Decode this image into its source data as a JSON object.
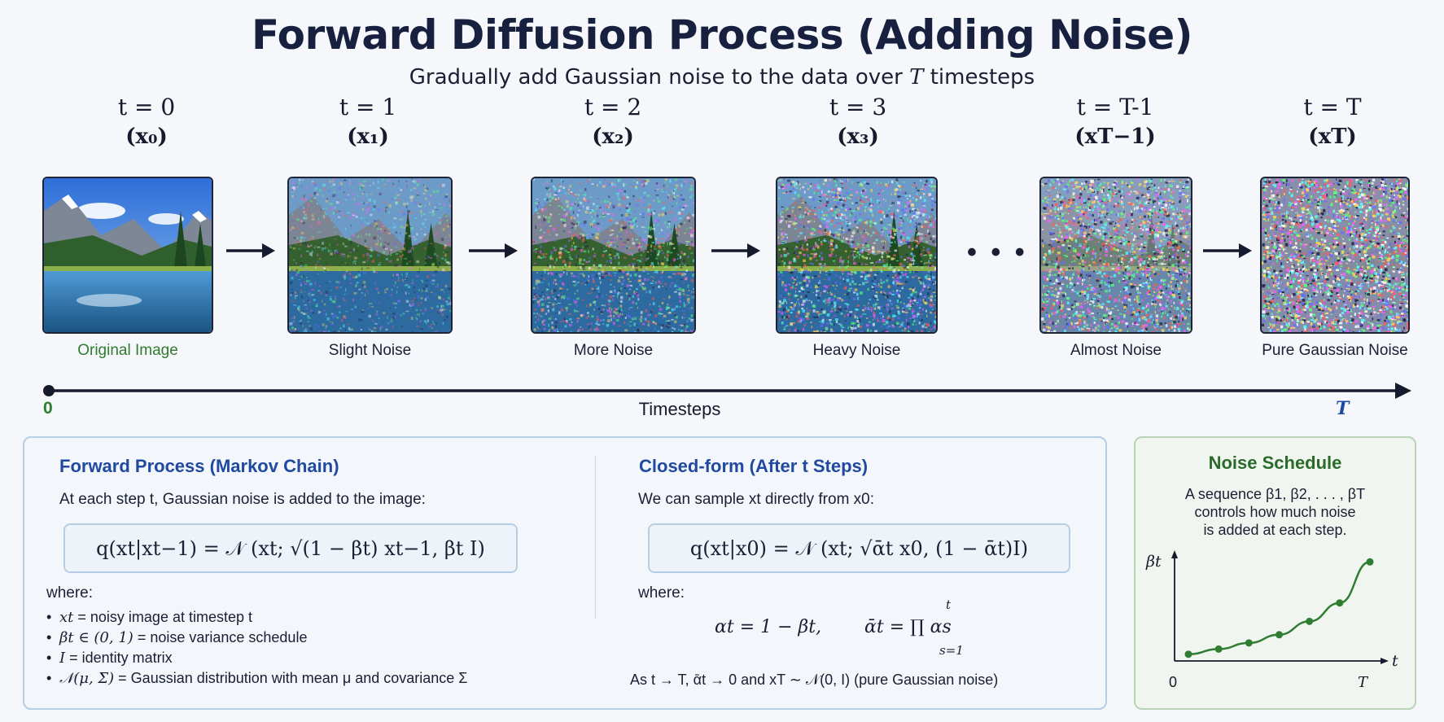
{
  "title": "Forward Diffusion Process (Adding Noise)",
  "subtitle": {
    "prefix": "Gradually add Gaussian noise to the data over ",
    "var": "T",
    "suffix": " timesteps"
  },
  "steps": [
    {
      "t": "t = 0",
      "x": "(x₀)",
      "caption": "Original Image",
      "noise": 0
    },
    {
      "t": "t = 1",
      "x": "(x₁)",
      "caption": "Slight Noise",
      "noise": 0.25
    },
    {
      "t": "t = 2",
      "x": "(x₂)",
      "caption": "More Noise",
      "noise": 0.45
    },
    {
      "t": "t = 3",
      "x": "(x₃)",
      "caption": "Heavy Noise",
      "noise": 0.62
    },
    {
      "t": "t = T-1",
      "x": "(xT−1)",
      "caption": "Almost Noise",
      "noise": 0.85
    },
    {
      "t": "t = T",
      "x": "(xT)",
      "caption": "Pure Gaussian Noise",
      "noise": 1
    }
  ],
  "ellipsis": "• • •",
  "timeline": {
    "start": "0",
    "label": "Timesteps",
    "end": "T"
  },
  "forward_panel": {
    "heading": "Forward Process (Markov Chain)",
    "intro": "At each step t, Gaussian noise is added to the image:",
    "formula": "q(xt|xt−1) = 𝒩 (xt; √(1 − βt) xt−1, βt I)",
    "where": "where:",
    "bullets": [
      {
        "sym": "xt",
        "text": " = noisy image at timestep t"
      },
      {
        "sym": "βt ∈ (0, 1)",
        "text": " = noise variance schedule"
      },
      {
        "sym": "I",
        "text": " = identity matrix"
      },
      {
        "sym": "𝒩(μ, Σ)",
        "text": " = Gaussian distribution with mean μ and covariance Σ"
      }
    ]
  },
  "closed_panel": {
    "heading": "Closed-form (After t Steps)",
    "intro": "We can sample xt directly from x0:",
    "formula": "q(xt|x0) = 𝒩 (xt; √ᾱt x0, (1 − ᾱt)I)",
    "where": "where:",
    "alpha_def": "αt = 1 − βt,",
    "alphabar_def": "ᾱt = ∏ αs",
    "prod_top": "t",
    "prod_bottom": "s=1",
    "limit": "As t → T,  ᾱt → 0 and xT ∼ 𝒩(0, I)  (pure Gaussian noise)"
  },
  "noise_schedule": {
    "heading": "Noise Schedule",
    "desc_line1": "A sequence β1, β2, . . . , βT",
    "desc_line2": "controls how much noise",
    "desc_line3": "is added at each step.",
    "y_axis": "βt",
    "x_axis": "t",
    "x_start": "0",
    "x_end": "T"
  },
  "chart_data": {
    "type": "line",
    "x": [
      1,
      2,
      3,
      4,
      5,
      6,
      7
    ],
    "values": [
      0.05,
      0.1,
      0.16,
      0.24,
      0.37,
      0.55,
      0.95
    ],
    "title": "Noise Schedule",
    "xlabel": "t",
    "ylabel": "βt",
    "ylim": [
      0,
      1
    ],
    "grid": false,
    "color": "#2e7d32"
  },
  "colors": {
    "title": "#17213f",
    "accent_blue": "#1f4aa0",
    "accent_green": "#2a6b2a",
    "caption_green": "#2e7d2e"
  }
}
